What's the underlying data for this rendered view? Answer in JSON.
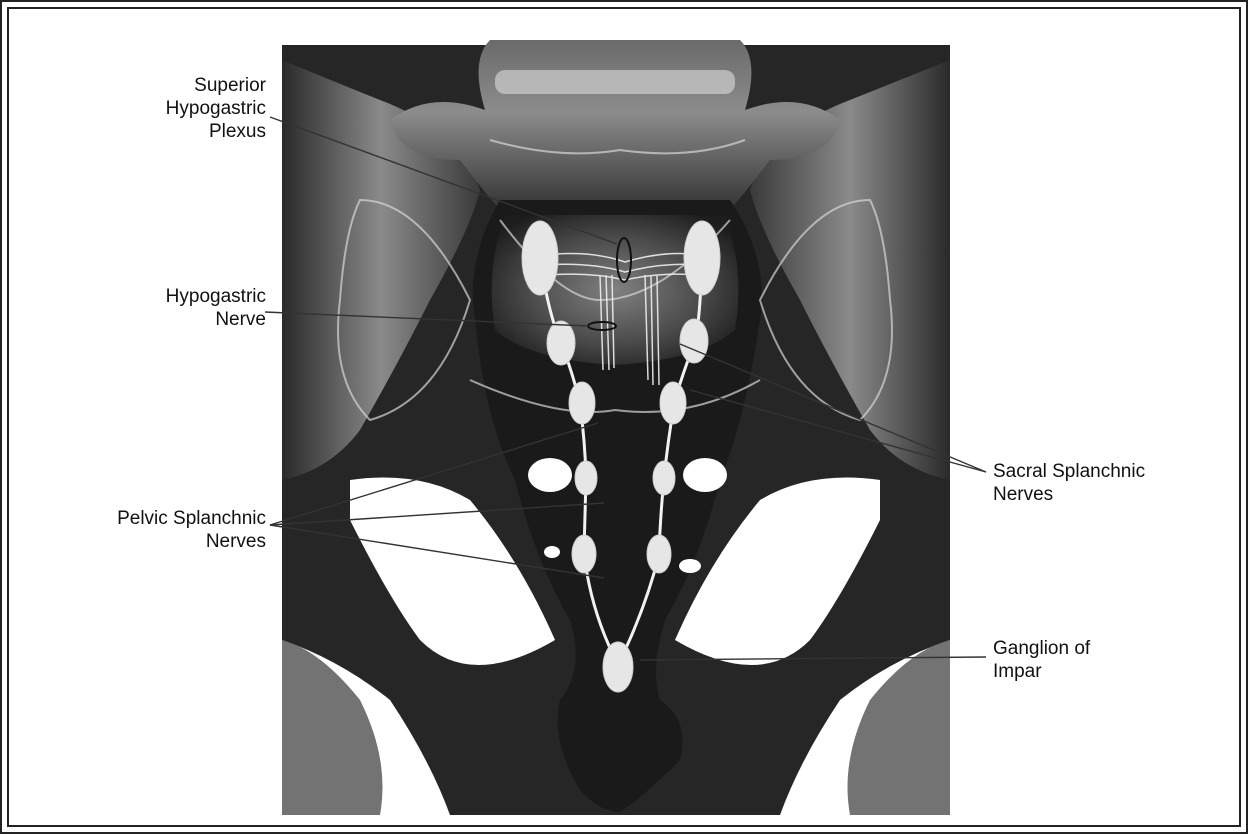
{
  "figure": {
    "labels": {
      "superior_hypogastric_plexus": "Superior\nHypogastric\nPlexus",
      "hypogastric_nerve": "Hypogastric\nNerve",
      "pelvic_splanchnic_nerves": "Pelvic Splanchnic\nNerves",
      "sacral_splanchnic_nerves": "Sacral Splanchnic\nNerves",
      "ganglion_of_impar": "Ganglion of\nImpar"
    },
    "colors": {
      "background": "#ffffff",
      "radiograph_dark": "#1c1c1c",
      "bone_light": "#d8d8d8",
      "ganglion_fill": "#e6e6e6",
      "leader_line": "#333333"
    }
  }
}
